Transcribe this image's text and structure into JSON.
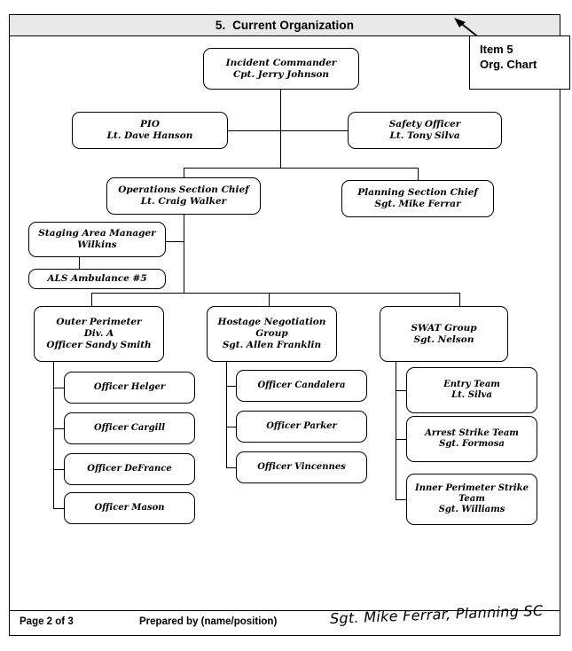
{
  "header": {
    "title": "5.  Current Organization"
  },
  "callout": {
    "line1": "Item 5",
    "line2": "Org. Chart",
    "arrow_icon": "arrow-up-left-icon"
  },
  "footer": {
    "page": "Page 2 of 3",
    "prepared_by_label": "Prepared by (name/position)",
    "signature": "Sgt. Mike Ferrar, Planning SC"
  },
  "org_chart": {
    "incident_commander": {
      "line1": "Incident Commander",
      "line2": "Cpt. Jerry Johnson"
    },
    "pio": {
      "line1": "PIO",
      "line2": "Lt. Dave Hanson"
    },
    "safety_officer": {
      "line1": "Safety Officer",
      "line2": "Lt.  Tony Silva"
    },
    "operations_section_chief": {
      "line1": "Operations Section Chief",
      "line2": "Lt. Craig Walker"
    },
    "planning_section_chief": {
      "line1": "Planning Section Chief",
      "line2": "Sgt. Mike Ferrar"
    },
    "staging_area_manager": {
      "line1": "Staging Area Manager",
      "line2": "Wilkins"
    },
    "als_ambulance": {
      "line1": "ALS Ambulance #5"
    },
    "outer_perimeter": {
      "line1": "Outer Perimeter",
      "line2": "Div. A",
      "line3": "Officer Sandy Smith"
    },
    "hostage_negotiation": {
      "line1": "Hostage Negotiation",
      "line2": "Group",
      "line3": "Sgt. Allen Franklin"
    },
    "swat_group": {
      "line1": "SWAT Group",
      "line2": "Sgt.  Nelson"
    },
    "outer_perimeter_members": [
      {
        "line1": "Officer Helger"
      },
      {
        "line1": "Officer Cargill"
      },
      {
        "line1": "Officer DeFrance"
      },
      {
        "line1": "Officer Mason"
      }
    ],
    "hostage_members": [
      {
        "line1": "Officer Candalera"
      },
      {
        "line1": "Officer Parker"
      },
      {
        "line1": "Officer Vincennes"
      }
    ],
    "swat_teams": [
      {
        "line1": "Entry Team",
        "line2": "Lt. Silva"
      },
      {
        "line1": "Arrest Strike Team",
        "line2": "Sgt. Formosa"
      },
      {
        "line1": "Inner Perimeter Strike",
        "line2": "Team",
        "line3": "Sgt. Williams"
      }
    ]
  }
}
